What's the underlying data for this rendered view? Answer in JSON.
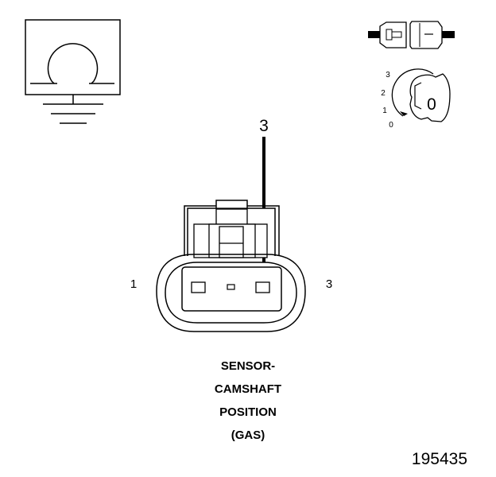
{
  "symbols": {
    "ohmmeter": "ohm-icon",
    "ground": "ground-icon",
    "connector_disconnect": "disconnected-connector-icon",
    "ignition_switch": "ignition-key-icon"
  },
  "ignition": {
    "positions": [
      "3",
      "2",
      "1",
      "0"
    ],
    "key_position": "0"
  },
  "probe": {
    "terminal": "3"
  },
  "connector": {
    "left_terminal": "1",
    "right_terminal": "3",
    "caption": [
      "SENSOR-",
      "CAMSHAFT",
      "POSITION",
      "(GAS)"
    ]
  },
  "document": {
    "number": "195435"
  }
}
